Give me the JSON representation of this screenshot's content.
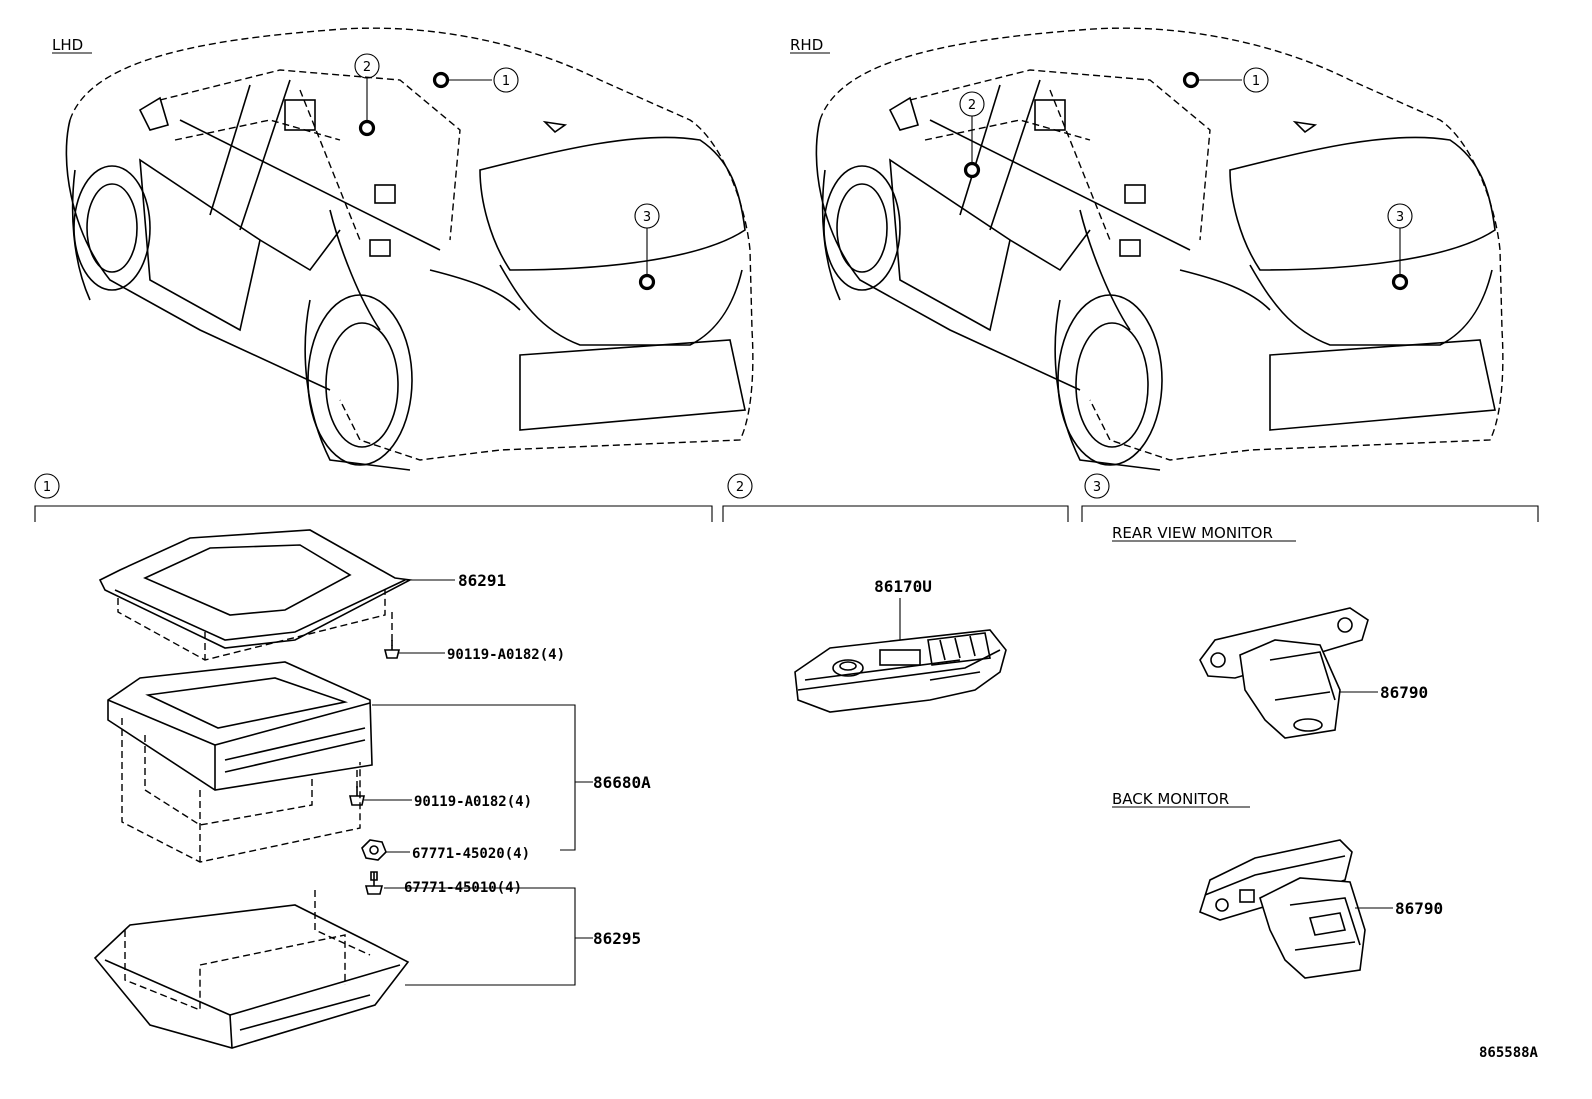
{
  "views": {
    "lhd": "LHD",
    "rhd": "RHD"
  },
  "callouts": [
    "1",
    "2",
    "3"
  ],
  "sections": {
    "s1": "1",
    "s2": "2",
    "s3": "3"
  },
  "subheads": {
    "rear_view_monitor": "REAR VIEW MONITOR",
    "back_monitor": "BACK MONITOR"
  },
  "parts": {
    "p86291": "86291",
    "p90119_top": "90119-A0182(4)",
    "p86680a": "86680A",
    "p90119_mid": "90119-A0182(4)",
    "p67771_45020": "67771-45020(4)",
    "p67771_45010": "67771-45010(4)",
    "p86295": "86295",
    "p86170u": "86170U",
    "p86790_rear": "86790",
    "p86790_back": "86790"
  },
  "illustration_id": "865588A",
  "icons": [
    "vehicle-illustration",
    "ceiling-display-frame",
    "display-unit",
    "display-cover",
    "remote-controller",
    "rear-camera",
    "back-camera",
    "screw",
    "clip"
  ]
}
